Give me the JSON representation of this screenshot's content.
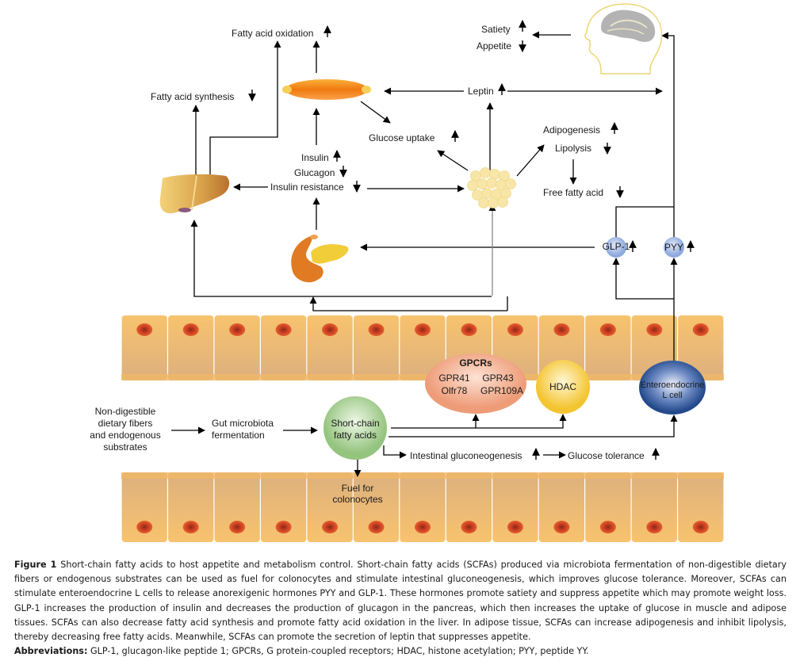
{
  "figure": {
    "labels": {
      "fatty_acid_oxidation": "Fatty acid oxidation",
      "fatty_acid_synthesis": "Fatty acid synthesis",
      "satiety": "Satiety",
      "appetite": "Appetite",
      "leptin": "Leptin",
      "glucose_uptake": "Glucose uptake",
      "adipogenesis": "Adipogenesis",
      "lipolysis": "Lipolysis",
      "free_fatty_acid": "Free fatty acid",
      "insulin": "Insulin",
      "glucagon": "Glucagon",
      "insulin_resistance": "Insulin resistance",
      "glp1": "GLP-1",
      "pyy": "PYY",
      "gpcrs_title": "GPCRs",
      "gpr41": "GPR41",
      "gpr43": "GPR43",
      "olfr78": "Olfr78",
      "gpr109a": "GPR109A",
      "hdac": "HDAC",
      "enteroendocrine_line1": "Enteroendocrine",
      "enteroendocrine_line2": "L cell",
      "fibers_line1": "Non-digestible",
      "fibers_line2": "dietary fibers",
      "fibers_line3": "and endogenous",
      "fibers_line4": "substrates",
      "microbiota_line1": "Gut microbiota",
      "microbiota_line2": "fermentation",
      "scfa_line1": "Short-chain",
      "scfa_line2": "fatty acids",
      "intestinal_gluconeogenesis": "Intestinal gluconeogenesis",
      "glucose_tolerance": "Glucose tolerance",
      "fuel_line1": "Fuel for",
      "fuel_line2": "colonocytes"
    },
    "trends": {
      "fatty_acid_oxidation": "up",
      "fatty_acid_synthesis": "down",
      "satiety": "up",
      "appetite": "down",
      "leptin": "up",
      "glucose_uptake": "up",
      "adipogenesis": "up",
      "lipolysis": "down",
      "free_fatty_acid": "down",
      "insulin": "up",
      "glucagon": "down",
      "insulin_resistance": "down",
      "glp1": "up",
      "pyy": "up",
      "intestinal_gluconeogenesis": "up",
      "glucose_tolerance": "up"
    },
    "icons": [
      "brain-head-icon",
      "muscle-icon",
      "liver-icon",
      "adipose-cells-icon",
      "pancreas-icon",
      "epithelium-cells"
    ],
    "colors": {
      "arrow": "#000000",
      "muscle": "#f5901e",
      "liver": "#d9a24a",
      "adipose": "#f7e6a6",
      "pancreas": "#e07b24",
      "cell": "#f2c585",
      "nucleus": "#d0442a",
      "gpcr": "#f2a98a",
      "hdac": "#f6cf4a",
      "lcell": "#2f5597",
      "scfa": "#9cc889",
      "hormone": "#9fb6e3"
    }
  },
  "caption": {
    "figure_label": "Figure 1",
    "figure_text": " Short-chain fatty acids to host appetite and metabolism control. Short-chain fatty acids (SCFAs) produced via microbiota fermentation of non-digestible dietary fibers or endogenous substrates can be used as fuel for colonocytes and stimulate intestinal gluconeogenesis, which improves glucose tolerance. Moreover, SCFAs can stimulate enteroendocrine L cells to release anorexigenic hormones PYY and GLP-1. These hormones promote satiety and suppress appetite which may promote weight loss. GLP-1 increases the production of insulin and decreases the production of glucagon in the pancreas, which then increases the uptake of glucose in muscle and adipose tissues. SCFAs can also decrease fatty acid synthesis and promote fatty acid oxidation in the liver. In adipose tissue, SCFAs can increase adipogenesis and inhibit lipolysis, thereby decreasing free fatty acids. Meanwhile, SCFAs can promote the secretion of leptin that suppresses appetite.",
    "abbrev_label": "Abbreviations:",
    "abbrev_text": " GLP-1, glucagon-like peptide 1; GPCRs, G protein-coupled receptors; HDAC, histone acetylation; PYY, peptide YY."
  }
}
